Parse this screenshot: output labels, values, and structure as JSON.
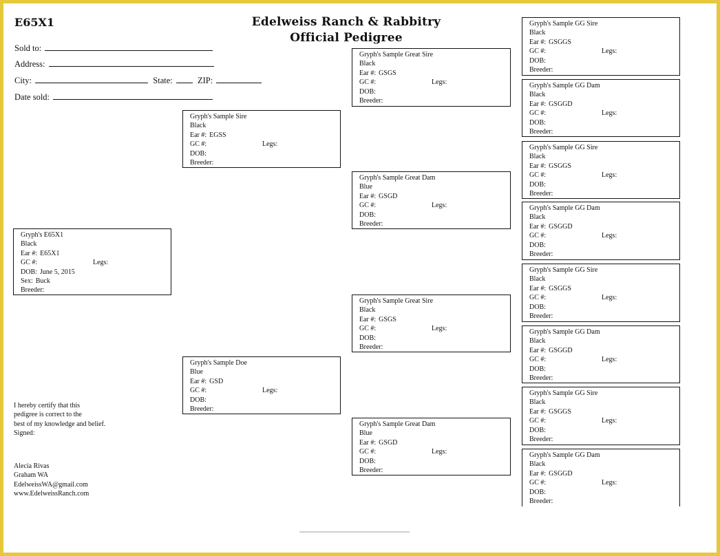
{
  "header": {
    "code": "E65X1",
    "title_line1": "Edelweiss Ranch & Rabbitry",
    "title_line2": "Official Pedigree"
  },
  "form": {
    "sold_to": "Sold to:",
    "address": "Address:",
    "city": "City:",
    "state": "State:",
    "zip": "ZIP:",
    "date_sold": "Date sold:"
  },
  "labels": {
    "ear": "Ear #:",
    "gc": "GC #:",
    "legs": "Legs:",
    "dob": "DOB:",
    "sex": "Sex:",
    "breeder": "Breeder:"
  },
  "rabbit": {
    "name": "Gryph's E65X1",
    "color": "Black",
    "ear": "E65X1",
    "dob": "June 5, 2015",
    "sex": "Buck"
  },
  "sire": {
    "name": "Gryph's Sample Sire",
    "color": "Black",
    "ear": "EGSS"
  },
  "dam": {
    "name": "Gryph's Sample Doe",
    "color": "Blue",
    "ear": "GSD"
  },
  "grandparents": [
    {
      "name": "Gryph's Sample Great Sire",
      "color": "Black",
      "ear": "GSGS"
    },
    {
      "name": "Gryph's Sample Great Dam",
      "color": "Blue",
      "ear": "GSGD"
    },
    {
      "name": "Gryph's Sample Great Sire",
      "color": "Black",
      "ear": "GSGS"
    },
    {
      "name": "Gryph's Sample Great Dam",
      "color": "Blue",
      "ear": "GSGD"
    }
  ],
  "great_grandparents": [
    {
      "name": "Gryph's Sample GG Sire",
      "color": "Black",
      "ear": "GSGGS"
    },
    {
      "name": "Gryph's Sample GG Dam",
      "color": "Black",
      "ear": "GSGGD"
    },
    {
      "name": "Gryph's Sample GG Sire",
      "color": "Black",
      "ear": "GSGGS"
    },
    {
      "name": "Gryph's Sample GG Dam",
      "color": "Black",
      "ear": "GSGGD"
    },
    {
      "name": "Gryph's Sample GG Sire",
      "color": "Black",
      "ear": "GSGGS"
    },
    {
      "name": "Gryph's Sample GG Dam",
      "color": "Black",
      "ear": "GSGGD"
    },
    {
      "name": "Gryph's Sample GG Sire",
      "color": "Black",
      "ear": "GSGGS"
    },
    {
      "name": "Gryph's Sample GG Dam",
      "color": "Black",
      "ear": "GSGGD"
    }
  ],
  "certification": {
    "line1": "I hereby certify that this",
    "line2": "pedigree is correct to the",
    "line3": "best of my knowledge and belief.",
    "signed": "Signed:"
  },
  "contact": {
    "name": "Alecia Rivas",
    "location": "Graham WA",
    "email": "EdelweissWA@gmail.com",
    "website": "www.EdelweissRanch.com"
  }
}
